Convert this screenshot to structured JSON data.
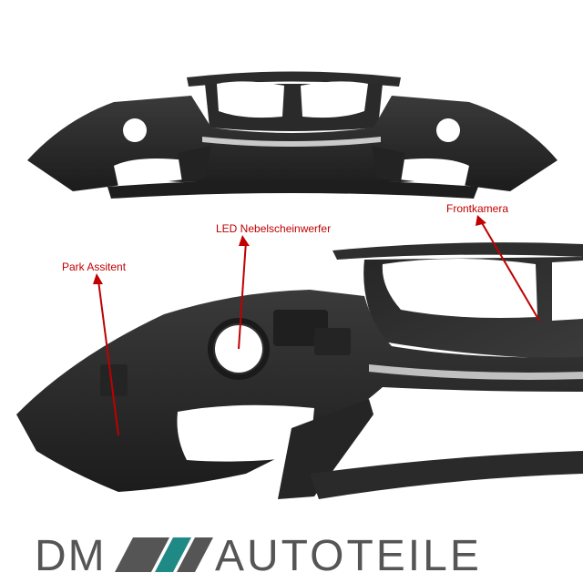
{
  "image": {
    "subject": "front-bumper-product-photo",
    "colors": {
      "background": "#ffffff",
      "part": "#2a2a2a",
      "annotation": "#c00000",
      "logo_gray": "#555555",
      "logo_teal": "#1f8a85"
    }
  },
  "annotations": {
    "led_fog": "LED Nebelscheinwerfer",
    "front_camera": "Frontkamera",
    "park_assist": "Park Assitent"
  },
  "logo": {
    "left": "DM",
    "right": "AUTOTEILE"
  }
}
